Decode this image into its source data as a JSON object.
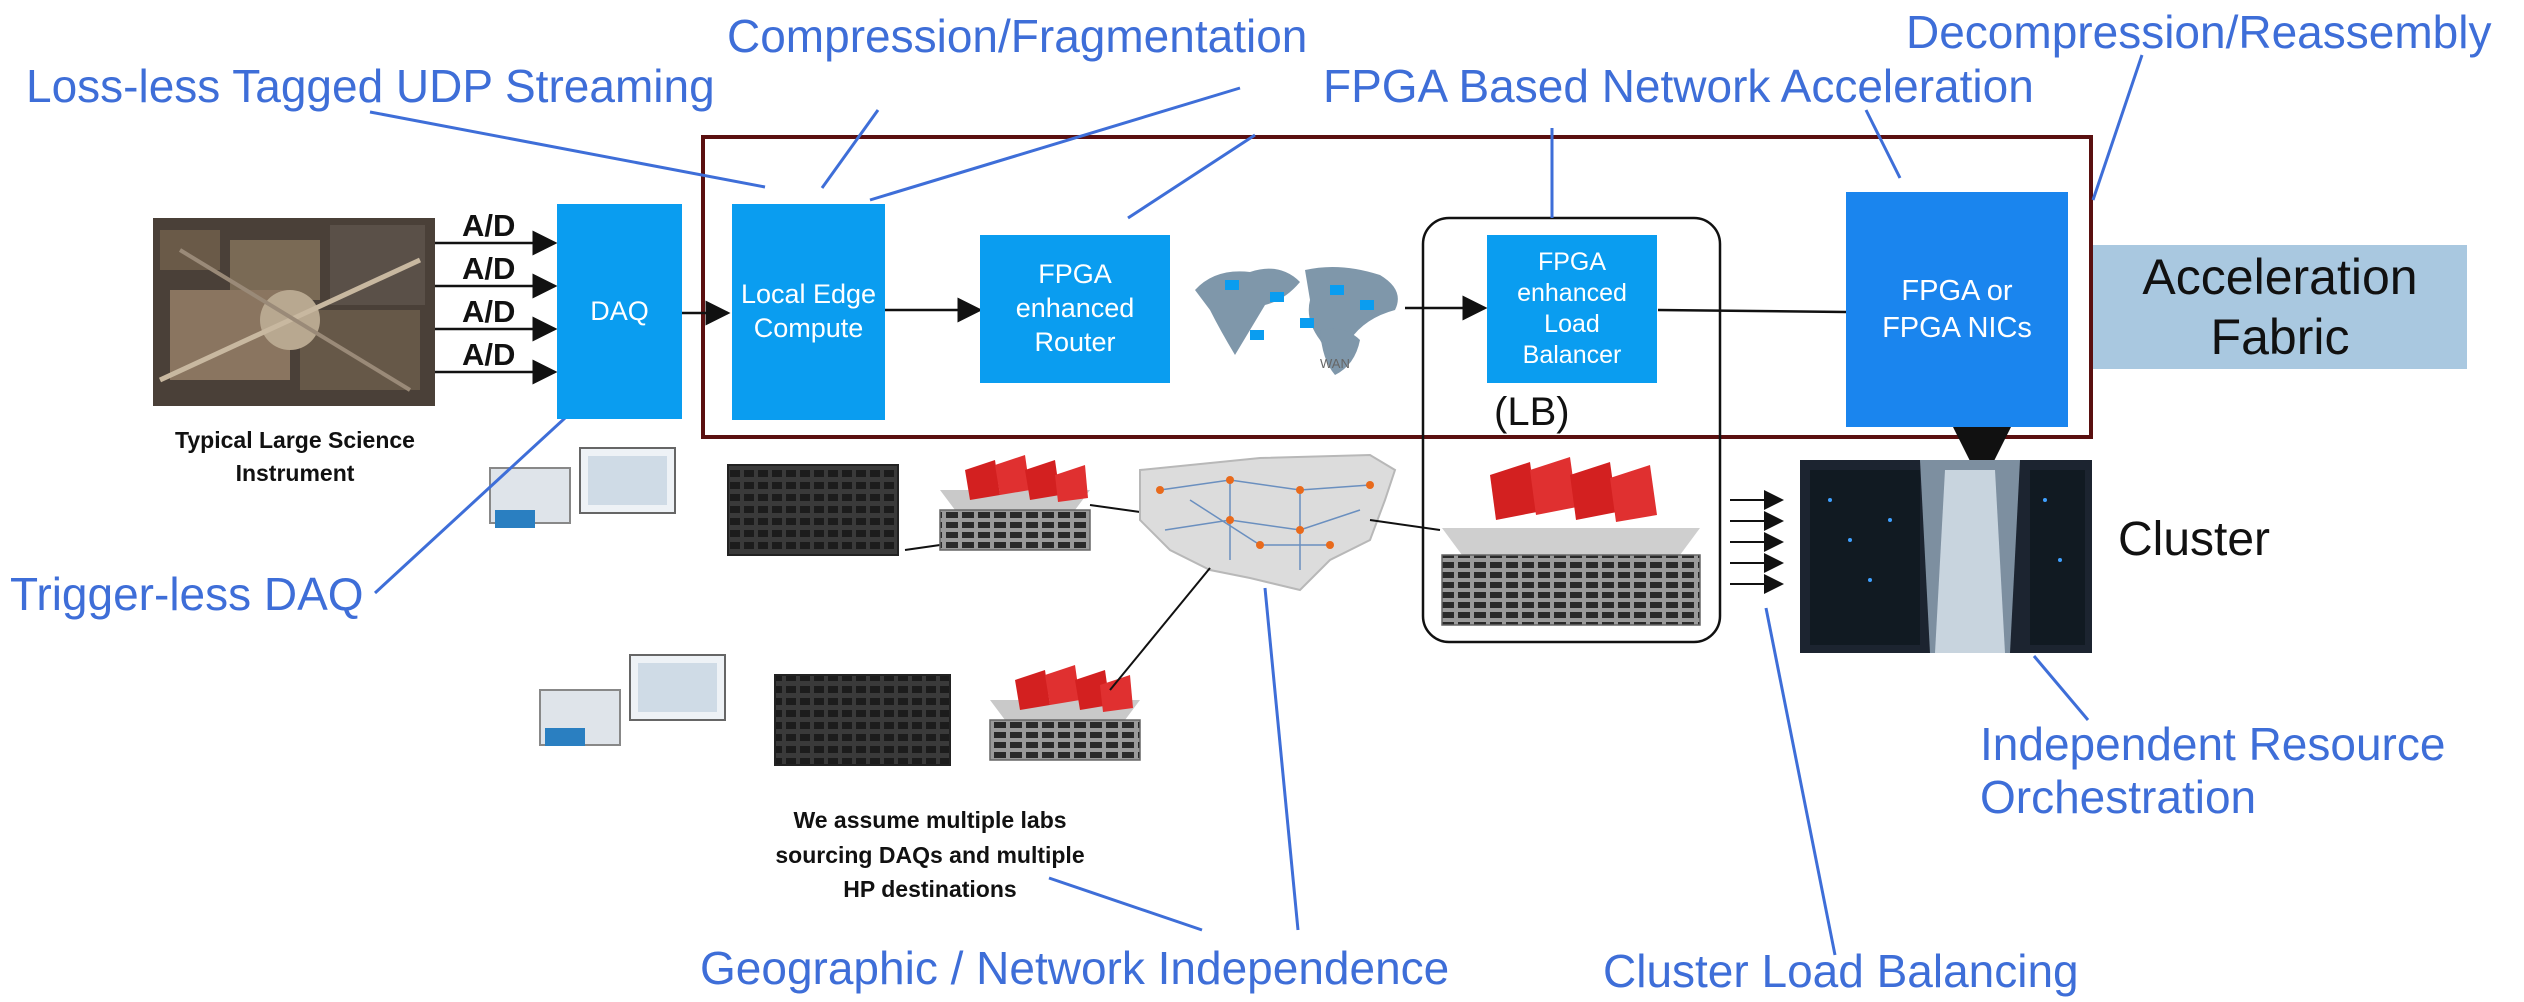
{
  "callouts": {
    "lossless": "Loss-less Tagged UDP Streaming",
    "compression": "Compression/Fragmentation",
    "fpga_accel": "FPGA Based Network Acceleration",
    "decompression": "Decompression/Reassembly",
    "triggerless": "Trigger-less DAQ",
    "independent_resource": [
      "Independent Resource",
      "Orchestration"
    ],
    "geographic": "Geographic / Network Independence",
    "cluster_lb": "Cluster Load Balancing"
  },
  "boxes": {
    "daq": "DAQ",
    "edge": [
      "Local Edge",
      "Compute"
    ],
    "router": [
      "FPGA",
      "enhanced",
      "Router"
    ],
    "lb": [
      "FPGA",
      "enhanced",
      "Load",
      "Balancer"
    ],
    "nics": [
      "FPGA or",
      "FPGA NICs"
    ]
  },
  "ad_labels": [
    "A/D",
    "A/D",
    "A/D",
    "A/D"
  ],
  "instrument_caption": [
    "Typical Large Science",
    "Instrument"
  ],
  "lb_label": "(LB)",
  "wan_label": "WAN",
  "accel_fabric": [
    "Acceleration",
    "Fabric"
  ],
  "cluster": "Cluster",
  "labs_caption": [
    "We assume multiple labs",
    "sourcing DAQs and multiple",
    "HP destinations"
  ],
  "colors": {
    "callout": "#3e6ed8",
    "box": "#0a9df0",
    "nic_box": "#1a85ee",
    "fabric_border": "#5a1010",
    "fabric_label_bg": "#a9c8e0"
  }
}
